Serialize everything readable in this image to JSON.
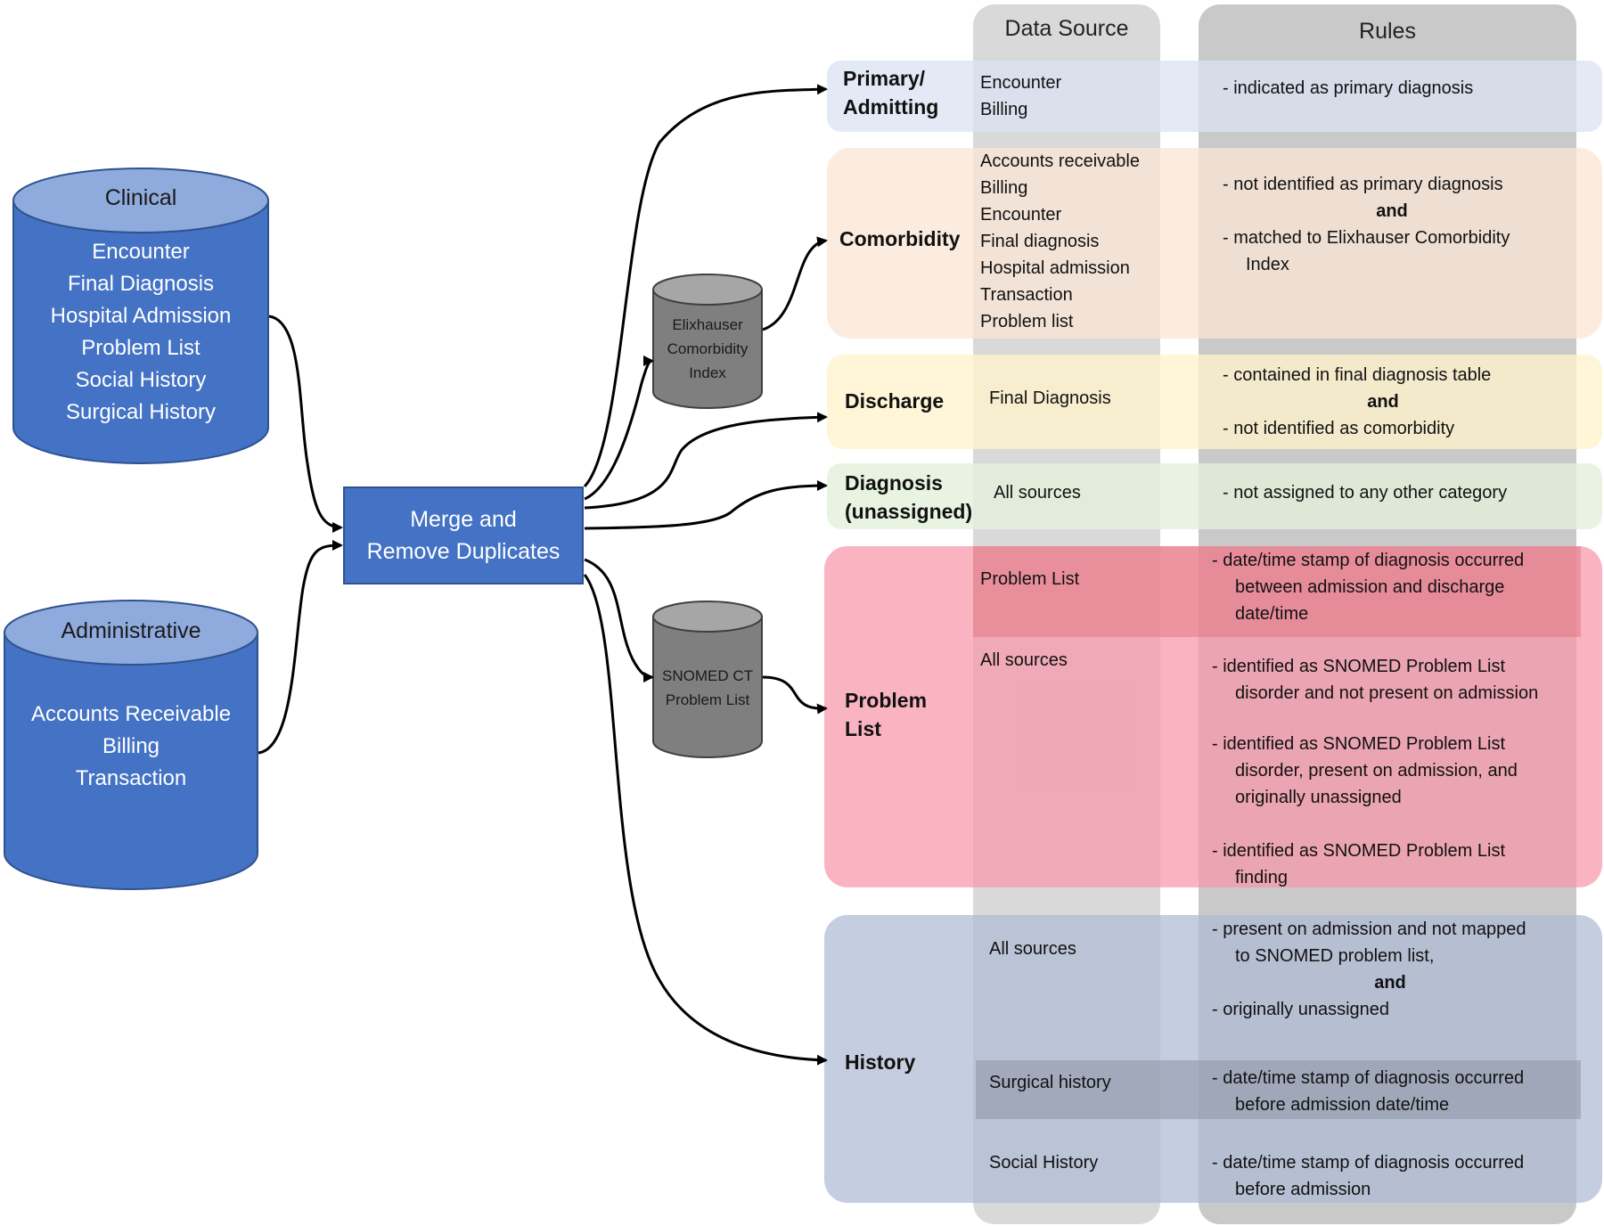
{
  "columns": {
    "data_source": "Data Source",
    "rules": "Rules"
  },
  "clinical": {
    "title": "Clinical",
    "items": [
      "Encounter",
      "Final Diagnosis",
      "Hospital Admission",
      "Problem List",
      "Social History",
      "Surgical History"
    ]
  },
  "administrative": {
    "title": "Administrative",
    "items": [
      "Accounts Receivable",
      "Billing",
      "Transaction"
    ]
  },
  "merge": {
    "line1": "Merge and",
    "line2": "Remove Duplicates"
  },
  "elixhauser": {
    "lines": [
      "Elixhauser",
      "Comorbidity",
      "Index"
    ]
  },
  "snomed": {
    "lines": [
      "SNOMED CT",
      "Problem List"
    ]
  },
  "categories": {
    "primary": {
      "label": [
        "Primary/",
        "Admitting"
      ],
      "sources": [
        "Encounter",
        "Billing"
      ],
      "rules": [
        "- indicated as primary diagnosis"
      ]
    },
    "comorbidity": {
      "label": [
        "Comorbidity"
      ],
      "sources": [
        "Accounts receivable",
        "Billing",
        "Encounter",
        "Final diagnosis",
        "Hospital admission",
        "Transaction",
        "Problem list"
      ],
      "rule1": "- not identified as primary diagnosis",
      "and": "and",
      "rule2": "- matched to Elixhauser Comorbidity",
      "rule2b": "Index"
    },
    "discharge": {
      "label": [
        "Discharge"
      ],
      "sources": [
        "Final Diagnosis"
      ],
      "rule1": "- contained in final diagnosis table",
      "and": "and",
      "rule2": "- not identified as comorbidity"
    },
    "unassigned": {
      "label": [
        "Diagnosis",
        "(unassigned)"
      ],
      "sources": [
        "All sources"
      ],
      "rules": [
        "- not assigned to any other category"
      ]
    },
    "problem_list": {
      "label": [
        "Problem",
        "List"
      ],
      "sub1": {
        "source": "Problem List",
        "rule": [
          "- date/time stamp of diagnosis occurred",
          "between admission and discharge",
          "date/time"
        ]
      },
      "sub2": {
        "source": "All sources",
        "rule_a": [
          "- identified as SNOMED Problem List",
          "disorder and not present on admission"
        ],
        "rule_b": [
          "- identified as SNOMED Problem List",
          "disorder, present on admission, and",
          "originally unassigned"
        ],
        "rule_c": [
          "- identified as SNOMED Problem List",
          "finding"
        ]
      }
    },
    "history": {
      "label": [
        "History"
      ],
      "sub1": {
        "source": "All sources",
        "rule1": [
          "- present on admission and not mapped",
          "to SNOMED problem list,"
        ],
        "and": "and",
        "rule2": "- originally unassigned"
      },
      "sub2": {
        "source": "Surgical history",
        "rule": [
          "- date/time stamp of diagnosis occurred",
          "before admission date/time"
        ]
      },
      "sub3": {
        "source": "Social History",
        "rule": [
          "- date/time stamp of diagnosis occurred",
          "before admission"
        ]
      }
    }
  },
  "colors": {
    "cylinder_blue": "#4472c4",
    "cylinder_top": "#8faadc",
    "cylinder_gray": "#7f7f7f",
    "primary_band": "#dae3f3",
    "comorbidity_band": "#fbe5d6",
    "discharge_band": "#fff2cc",
    "unassigned_band": "#e2f0d9",
    "problem_band": "#f8a3b0",
    "history_band": "#c5cde0"
  }
}
